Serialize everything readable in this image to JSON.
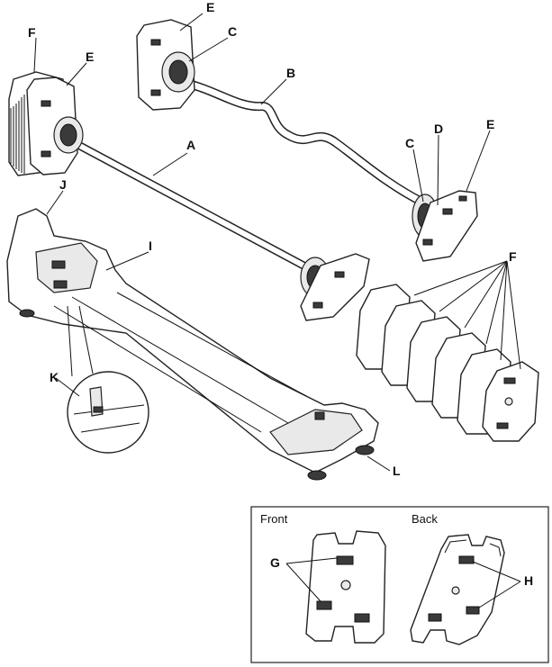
{
  "labels": {
    "A": "A",
    "B": "B",
    "C": "C",
    "D": "D",
    "E": "E",
    "F": "F",
    "G": "G",
    "H": "H",
    "I": "I",
    "J": "J",
    "K": "K",
    "L": "L"
  },
  "inset": {
    "front": "Front",
    "back": "Back"
  }
}
